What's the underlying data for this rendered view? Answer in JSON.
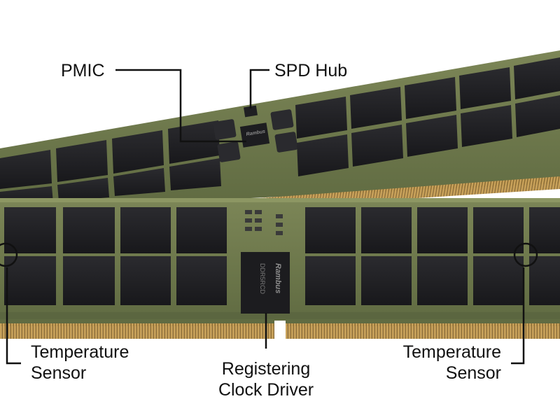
{
  "labels": {
    "pmic": "PMIC",
    "spd_hub": "SPD Hub",
    "temp_left_1": "Temperature",
    "temp_left_2": "Sensor",
    "rcd_1": "Registering",
    "rcd_2": "Clock Driver",
    "temp_right_1": "Temperature",
    "temp_right_2": "Sensor"
  },
  "chip_markings": {
    "pmic_brand": "Rambus",
    "rcd_brand": "Rambus",
    "rcd_part": "DDR5RCD"
  },
  "colors": {
    "pcb": "#6f7a4e",
    "dram": "#1f1f22",
    "gold": "#c9a25a",
    "callout": "#111111"
  }
}
